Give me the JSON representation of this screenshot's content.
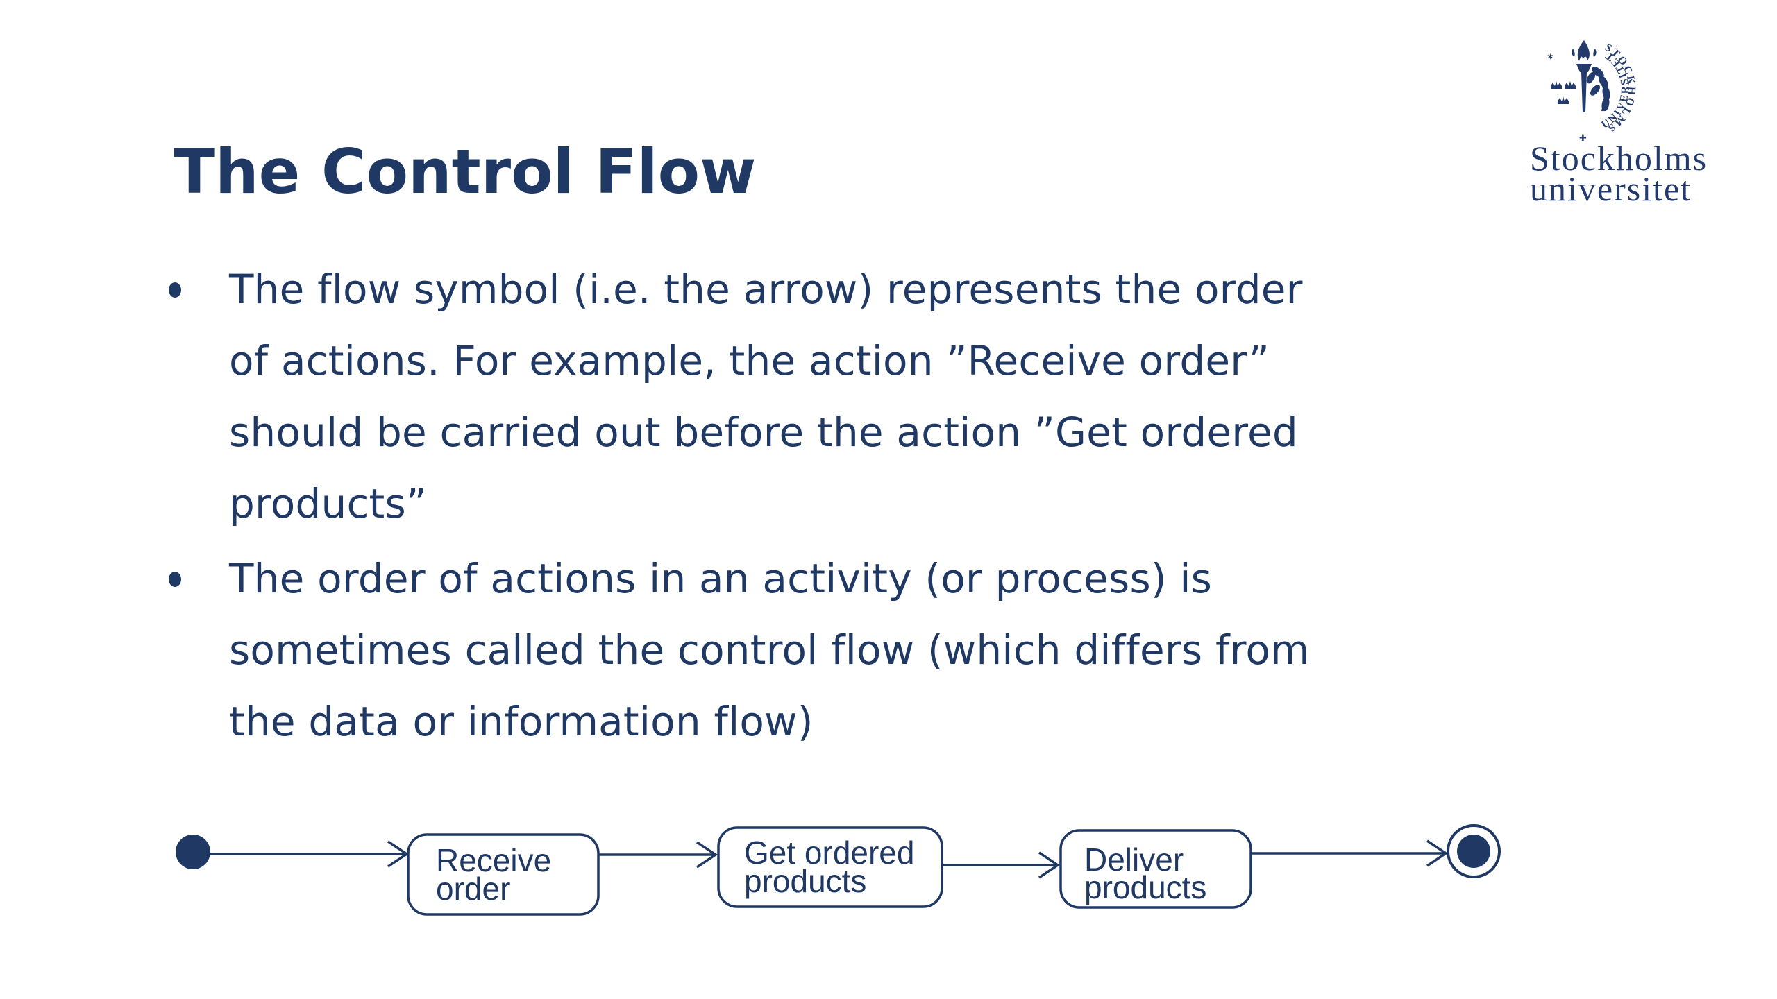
{
  "slide": {
    "title": "The Control Flow",
    "bullets": [
      {
        "lines": [
          "The flow symbol (i.e. the arrow) represents the order",
          "of actions. For example, the action ”Receive order”",
          "should be carried out before the action ”Get ordered",
          "products”"
        ]
      },
      {
        "lines": [
          "The order of actions in an activity (or process) is",
          "sometimes called the control flow (which differs from",
          "the data or information flow)"
        ]
      }
    ]
  },
  "diagram": {
    "type": "uml-activity-diagram",
    "start_node": "initial-node",
    "end_node": "activity-final-node",
    "actions": [
      {
        "label": "Receive order",
        "lines": [
          "Receive",
          "order"
        ]
      },
      {
        "label": "Get ordered products",
        "lines": [
          "Get ordered",
          "products"
        ]
      },
      {
        "label": "Deliver products",
        "lines": [
          "Deliver",
          "products"
        ]
      }
    ]
  },
  "logo": {
    "seal_text_right": "STOCKHOLMS",
    "seal_text_left": "UNIVERSITET",
    "seal_star": "✶",
    "seal_cross": "✚",
    "wordmark_line1": "Stockholms",
    "wordmark_line2": "universitet"
  },
  "colors": {
    "text_navy": "#1f3864",
    "logo_navy": "#233a6d",
    "background": "#ffffff"
  }
}
